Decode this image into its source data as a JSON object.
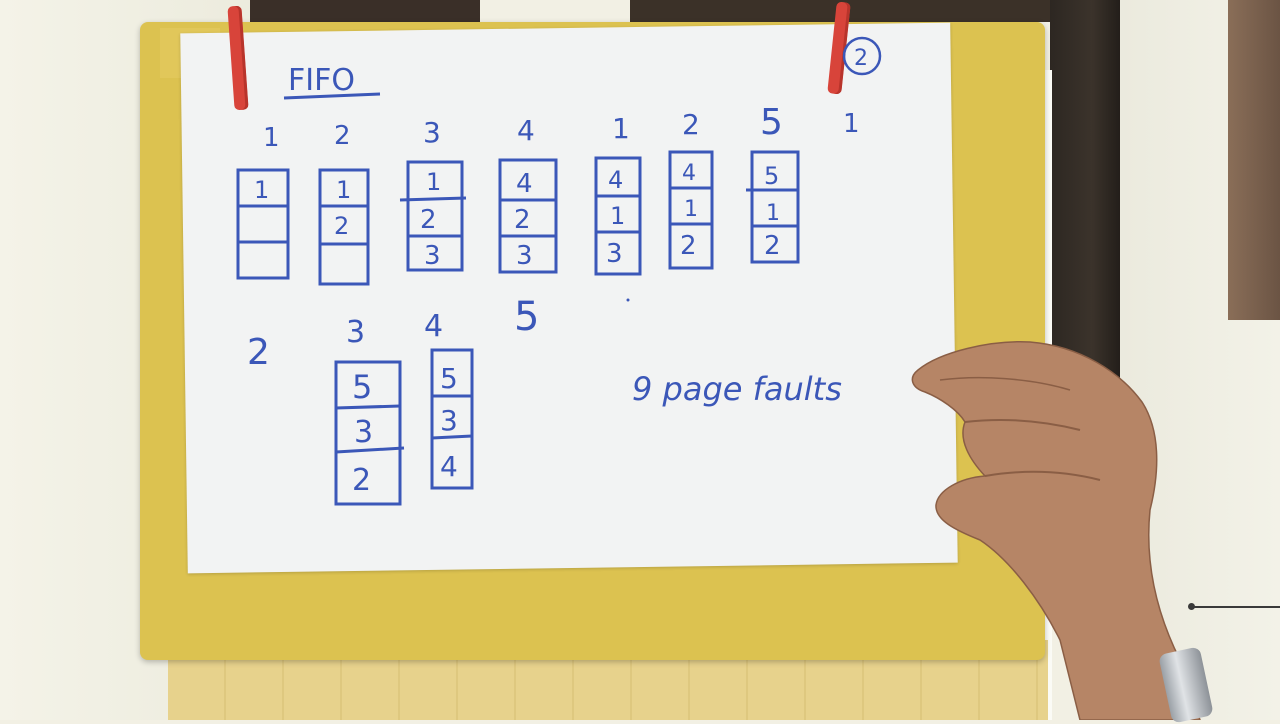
{
  "title": "FIFO",
  "page_number": "2",
  "reference_string": [
    "1",
    "2",
    "3",
    "4",
    "1",
    "2",
    "5",
    "1",
    "2",
    "3",
    "4",
    "5"
  ],
  "frames_row1": [
    [
      "1",
      "",
      ""
    ],
    [
      "1",
      "2",
      ""
    ],
    [
      "1",
      "2",
      "3"
    ],
    [
      "4",
      "2",
      "3"
    ],
    [
      "4",
      "1",
      "3"
    ],
    [
      "4",
      "1",
      "2"
    ],
    [
      "5",
      "1",
      "2"
    ]
  ],
  "frames_row2": [
    [
      "5",
      "3",
      "2"
    ],
    [
      "5",
      "3",
      "4"
    ]
  ],
  "result_note": "9 page faults",
  "colors": {
    "ink": "#3b57b8",
    "folder": "#dcc250",
    "paper": "#f2f3f3",
    "clip": "#d8443a"
  }
}
